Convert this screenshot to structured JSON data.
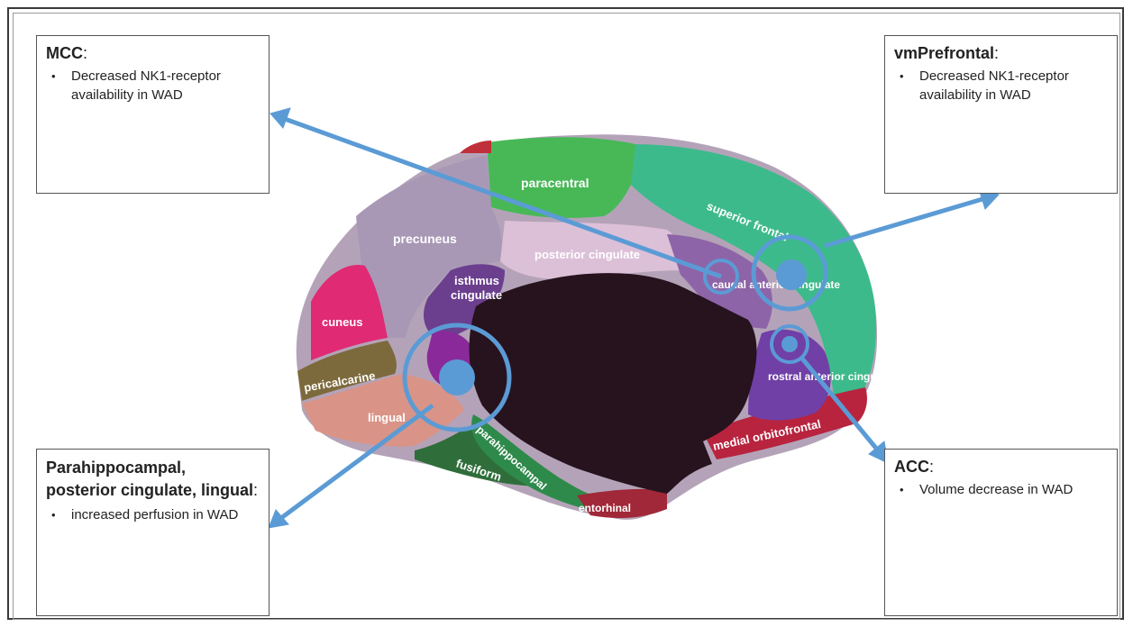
{
  "boxes": {
    "mcc": {
      "title": "MCC",
      "colon": ":",
      "bullets": [
        "Decreased NK1-receptor availability in WAD"
      ]
    },
    "vmprefrontal": {
      "title": "vmPrefrontal",
      "colon": ":",
      "bullets": [
        "Decreased NK1-receptor availability in WAD"
      ]
    },
    "parahippocampal": {
      "title": "Parahippocampal, posterior cingulate, lingual",
      "colon": ":",
      "bullets": [
        "increased perfusion in WAD"
      ]
    },
    "acc": {
      "title": "ACC",
      "colon": ":",
      "bullets": [
        "Volume decrease in WAD"
      ]
    }
  },
  "regions": {
    "paracentral": "paracentral",
    "superior_frontal": "superior frontal",
    "precuneus": "precuneus",
    "posterior_cingulate": "posterior cingulate",
    "isthmus_cingulate": "isthmus cingulate",
    "caudal_anterior_cingulate": "caudal anterior cingulate",
    "cuneus": "cuneus",
    "pericalcarine": "pericalcarine",
    "lingual": "lingual",
    "rostral_anterior_cingulate": "rostral anterior cingulate",
    "medial_orbitofrontal": "medial orbitofrontal",
    "fusiform": "fusiform",
    "parahippocampal": "parahippocampal",
    "entorhinal": "entorhinal"
  },
  "colors": {
    "arrow": "#5b9bd5",
    "frame": "#3a3a3a",
    "box_border": "#555555"
  }
}
